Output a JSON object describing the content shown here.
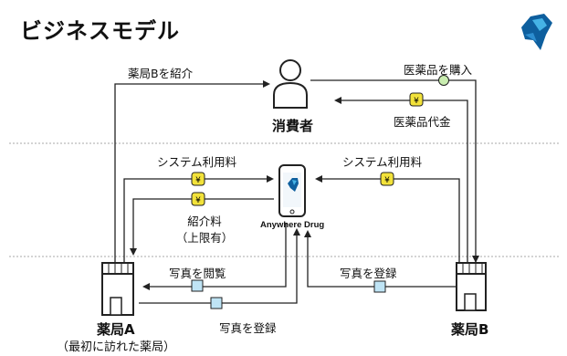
{
  "title": "ビジネスモデル",
  "nodes": {
    "consumer": "消費者",
    "app": "Anywhere Drug",
    "pharmacy_a": "薬局A",
    "pharmacy_a_note": "（最初に訪れた薬局）",
    "pharmacy_b": "薬局B"
  },
  "flows": {
    "introduce_b": "薬局Bを紹介",
    "buy_drugs": "医薬品を購入",
    "drug_fee": "医薬品代金",
    "system_fee_a": "システム利用料",
    "system_fee_b": "システム利用料",
    "referral_fee_line1": "紹介料",
    "referral_fee_line2": "（上限有）",
    "view_photo": "写真を閲覧",
    "register_photo_a": "写真を登録",
    "register_photo_b": "写真を登録"
  },
  "coin_symbol": "¥",
  "colors": {
    "coin": "#f2e23a",
    "photo_box": "#bfe4f5",
    "green_dot": "#c9edb0",
    "logo_dark": "#0e5f9e",
    "logo_light": "#45b3e6"
  }
}
